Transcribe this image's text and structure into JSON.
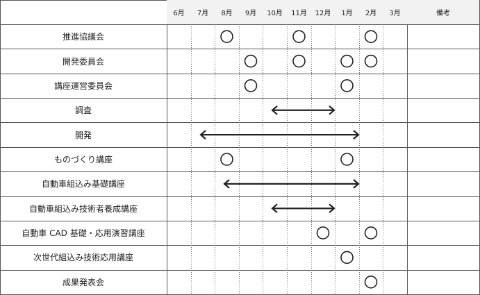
{
  "header": {
    "months": [
      "6月",
      "7月",
      "8月",
      "9月",
      "10月",
      "11月",
      "12月",
      "1月",
      "2月",
      "3月"
    ],
    "notes_label": "備考"
  },
  "rows": [
    {
      "label": "推進協議会",
      "circles": [
        "8月",
        "11月",
        "2月"
      ]
    },
    {
      "label": "開発委員会",
      "circles": [
        "9月",
        "11月",
        "1月",
        "2月"
      ]
    },
    {
      "label": "講座運営委員会",
      "circles": [
        "9月",
        "1月"
      ]
    },
    {
      "label": "調査",
      "arrow": {
        "from": "10月",
        "to": "12月"
      }
    },
    {
      "label": "開発",
      "arrow": {
        "from": "7月",
        "to": "1月"
      }
    },
    {
      "label": "ものづくり講座",
      "circles": [
        "8月",
        "1月"
      ]
    },
    {
      "label": "自動車組込み基礎講座",
      "arrow": {
        "from": "8月",
        "to": "1月"
      }
    },
    {
      "label": "自動車組込み技術者養成講座",
      "arrow": {
        "from": "10月",
        "to": "12月"
      }
    },
    {
      "label": "自動車 CAD 基礎・応用演習講座",
      "circles": [
        "12月",
        "2月"
      ]
    },
    {
      "label": "次世代組込み技術応用講座",
      "circles": [
        "1月"
      ]
    },
    {
      "label": "成果発表会",
      "circles": [
        "2月"
      ]
    }
  ]
}
